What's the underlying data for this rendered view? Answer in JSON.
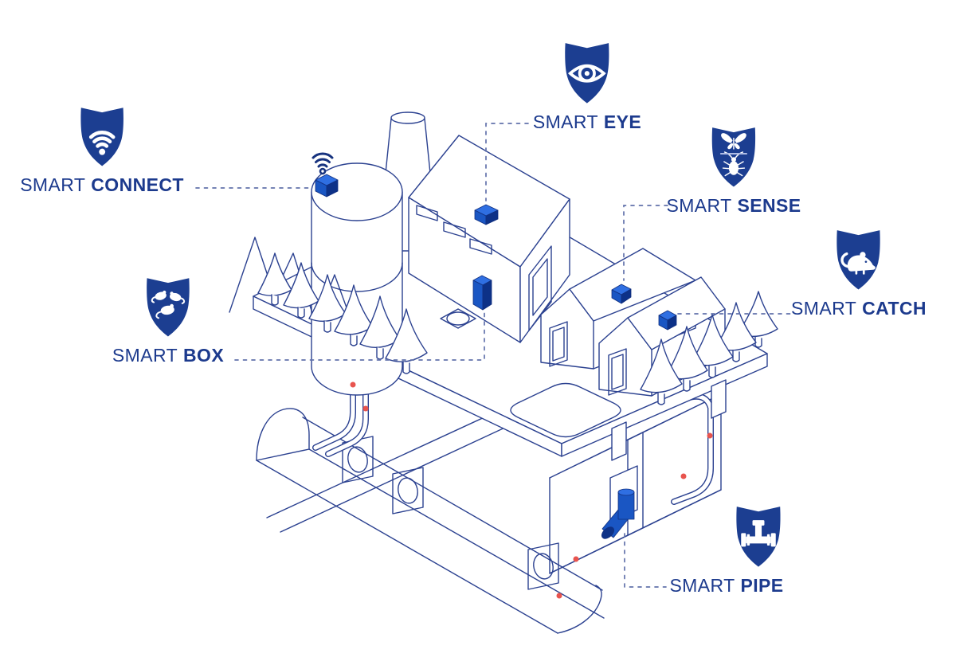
{
  "figure": {
    "badges": [
      {
        "id": "connect",
        "prefix": "SMART",
        "name": "CONNECT",
        "icon": "wifi-shield-icon"
      },
      {
        "id": "eye",
        "prefix": "SMART",
        "name": "EYE",
        "icon": "eye-shield-icon"
      },
      {
        "id": "sense",
        "prefix": "SMART",
        "name": "SENSE",
        "icon": "insects-shield-icon"
      },
      {
        "id": "catch",
        "prefix": "SMART",
        "name": "CATCH",
        "icon": "rodent-shield-icon"
      },
      {
        "id": "box",
        "prefix": "SMART",
        "name": "BOX",
        "icon": "rodents-shield-icon"
      },
      {
        "id": "pipe",
        "prefix": "SMART",
        "name": "PIPE",
        "icon": "pipe-valve-shield-icon"
      }
    ],
    "colors": {
      "background": "#ffffff",
      "line": "#2b4190",
      "shield": "#1c3e91",
      "label_text": "#1c3a8d",
      "device_front": "#1a56c3",
      "device_side": "#0d3187",
      "device_top": "#2f6fe2",
      "sensor_dot": "#e8544e",
      "connector": "#6272ab"
    }
  }
}
